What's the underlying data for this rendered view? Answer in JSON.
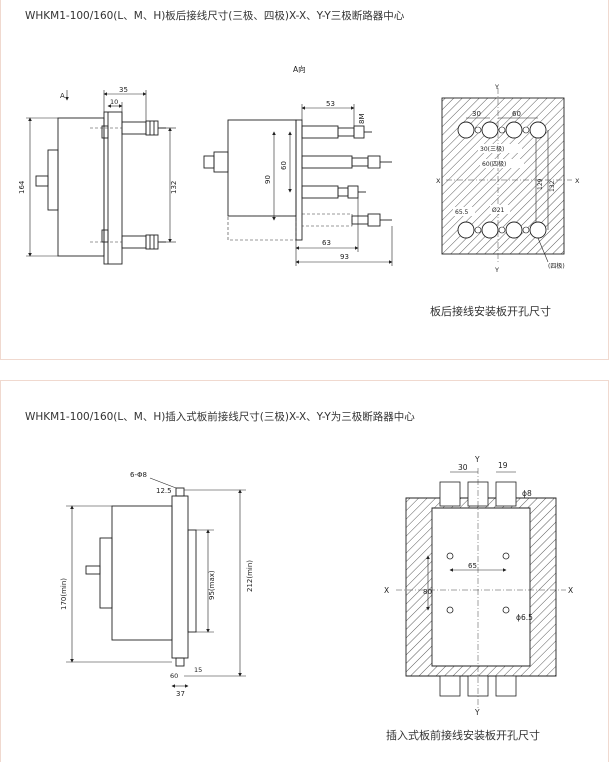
{
  "section1": {
    "title": "WHKM1-100/160(L、M、H)板后接线尺寸(三极、四极)X-X、Y-Y三极断路器中心",
    "caption": "板后接线安装板开孔尺寸",
    "labels": {
      "view_a_mark": "A",
      "view_a_title": "A向",
      "d35": "35",
      "d10": "10",
      "d164": "164",
      "d132": "132",
      "d53": "53",
      "d8m": "8M",
      "d60": "60",
      "d90": "90",
      "d63": "63",
      "d93": "93",
      "hole30": "30",
      "hole60": "60",
      "hole30_3p": "30(三极)",
      "hole60_4p": "60(四极)",
      "hole129": "129",
      "hole132": "132",
      "hole_phi21": "Ø21",
      "hole_r55": "65.5",
      "hole_4p": "(四极)",
      "x": "X",
      "y": "Y"
    }
  },
  "section2": {
    "title": "WHKM1-100/160(L、M、H)插入式板前接线尺寸(三极)X-X、Y-Y为三极断路器中心",
    "caption": "插入式板前接线安装板开孔尺寸",
    "labels": {
      "d6phi8": "6-Φ8",
      "d12_5": "12.5",
      "d170": "170(min)",
      "d95": "95(max)",
      "d212": "212(min)",
      "d15": "15",
      "d60": "60",
      "d37": "37",
      "d30": "30",
      "d19": "19",
      "phi8": "ϕ8",
      "d65": "65",
      "d80": "80",
      "phi6_5": "ϕ6.5",
      "x": "X",
      "y": "Y"
    }
  }
}
